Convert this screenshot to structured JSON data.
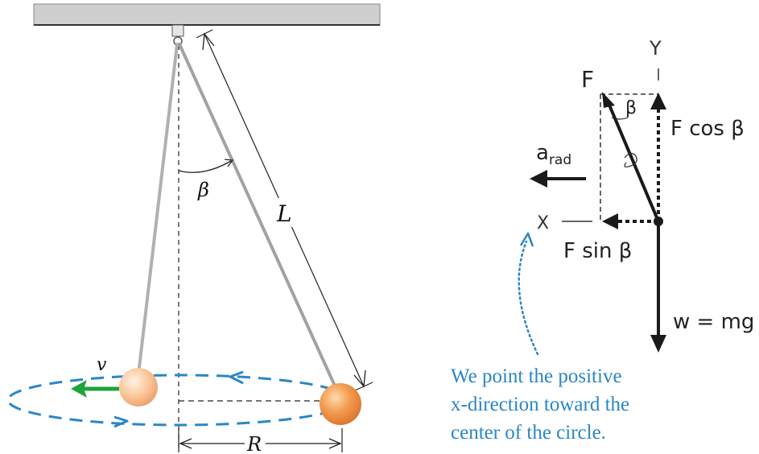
{
  "pendulum": {
    "length_label": "L",
    "angle_label": "β",
    "velocity_label": "v",
    "radius_label": "R"
  },
  "free_body": {
    "tension_label": "F",
    "y_axis_label": "Y",
    "x_axis_label": "X",
    "angle_label": "β",
    "vertical_component_label": "F cos β",
    "horizontal_component_label": "F sin β",
    "acceleration_main": "a",
    "acceleration_sub": "rad",
    "weight_label": "w = mg"
  },
  "note": {
    "lines": [
      "We point the positive",
      "x-direction toward the",
      "center of the circle."
    ]
  },
  "colors": {
    "ceiling": "#c8c8c8",
    "rod": "#a6a6a6",
    "ball": "#f2a460",
    "velocity_arrow": "#1fa33a",
    "orbit": "#2a86c8",
    "annotation": "#2a86c8",
    "force": "#1a1a1a"
  }
}
